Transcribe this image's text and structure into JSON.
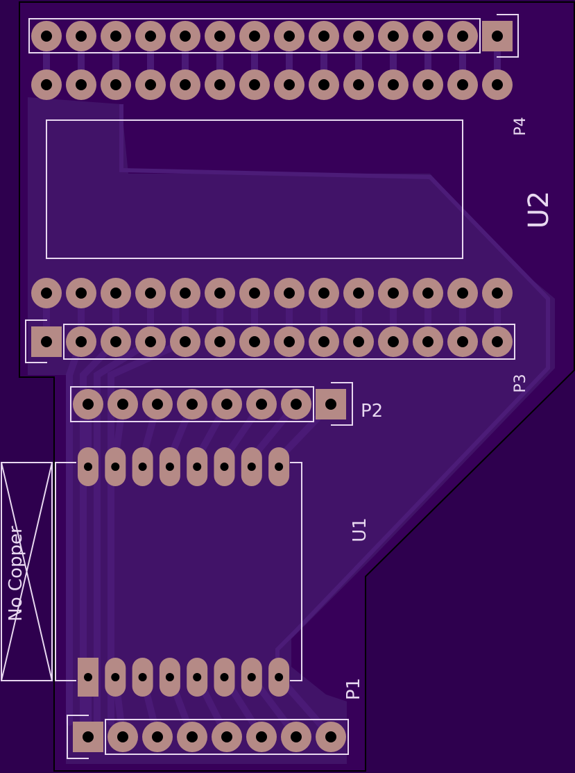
{
  "colors": {
    "background": "#2e004e",
    "board": "#370059",
    "copper_pour": "#411368",
    "trace": "#4a1a76",
    "pad": "#b58a86",
    "drill": "#000000",
    "silkscreen": "#e8d8f0",
    "outline": "#000000"
  },
  "labels": {
    "p4": "P4",
    "u2": "U2",
    "p3": "P3",
    "p2": "P2",
    "u1": "U1",
    "p1": "P1",
    "keepout": "No Copper"
  },
  "components": {
    "p4_pins": 14,
    "u2_top_pins": 14,
    "u2_bottom_pins": 14,
    "p3_pins": 14,
    "p2_pins": 8,
    "u1_top_pins": 8,
    "u1_bottom_pins": 8,
    "p1_pins": 8
  }
}
